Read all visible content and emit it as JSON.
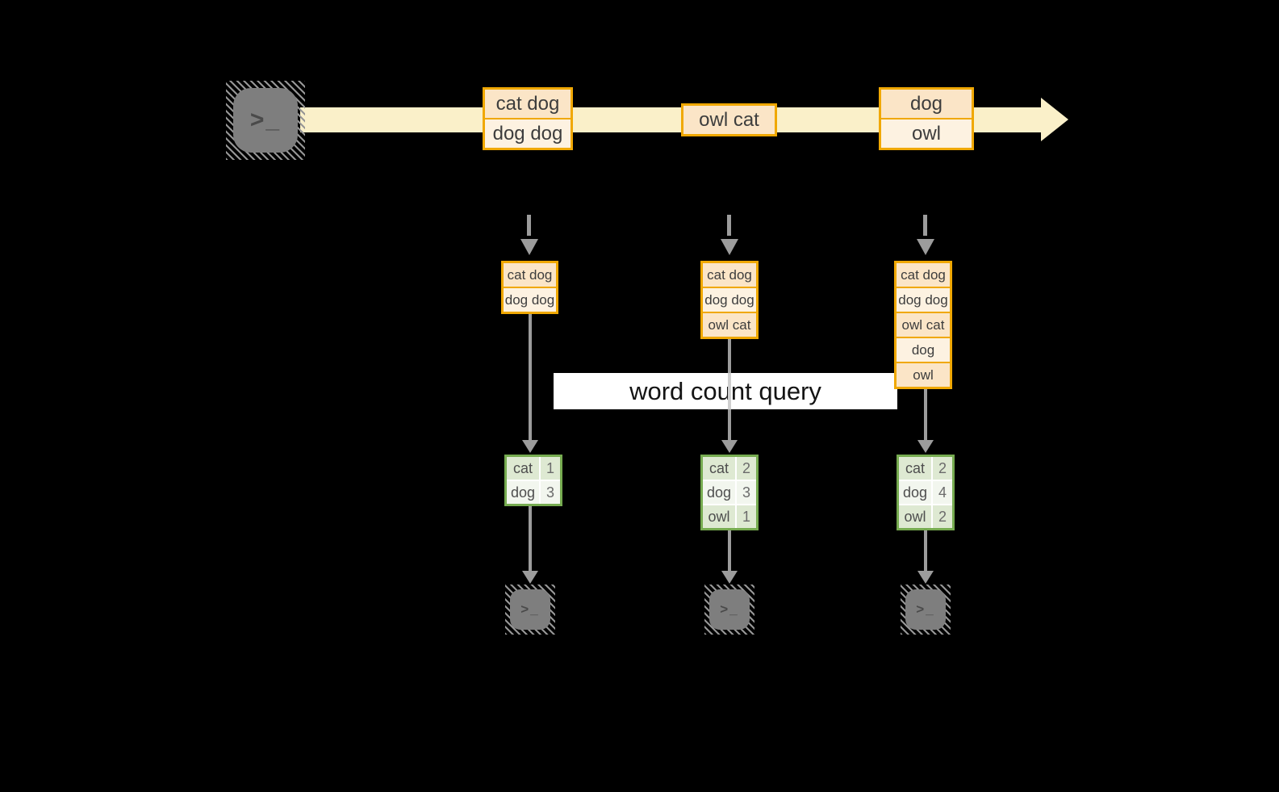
{
  "colors": {
    "gold": "#F0A802",
    "peach_dark": "#FBE5C7",
    "peach_light": "#FDF2E1",
    "stream_band": "#FAF0C9",
    "green": "#76AB50",
    "green_dark": "#DEE9D2",
    "green_light": "#F2F6EE",
    "arrow_gray": "#9C9C9C",
    "arrow_faint": "#CFCFCF",
    "terminal_gray": "#7E7E7E",
    "query_bg": "#FFFFFF"
  },
  "icons": {
    "terminal_glyph": ">_"
  },
  "query": {
    "label": "word count query"
  },
  "stream": {
    "events": [
      {
        "lines": [
          "cat dog",
          "dog dog"
        ]
      },
      {
        "lines": [
          "owl cat"
        ]
      },
      {
        "lines": [
          "dog",
          "owl"
        ]
      }
    ]
  },
  "columns": [
    {
      "buffer": [
        "cat dog",
        "dog dog"
      ],
      "counts": [
        {
          "word": "cat",
          "count": "1"
        },
        {
          "word": "dog",
          "count": "3"
        }
      ]
    },
    {
      "buffer": [
        "cat dog",
        "dog dog",
        "owl cat"
      ],
      "counts": [
        {
          "word": "cat",
          "count": "2"
        },
        {
          "word": "dog",
          "count": "3"
        },
        {
          "word": "owl",
          "count": "1"
        }
      ]
    },
    {
      "buffer": [
        "cat dog",
        "dog dog",
        "owl cat",
        "dog",
        "owl"
      ],
      "counts": [
        {
          "word": "cat",
          "count": "2"
        },
        {
          "word": "dog",
          "count": "4"
        },
        {
          "word": "owl",
          "count": "2"
        }
      ]
    }
  ]
}
